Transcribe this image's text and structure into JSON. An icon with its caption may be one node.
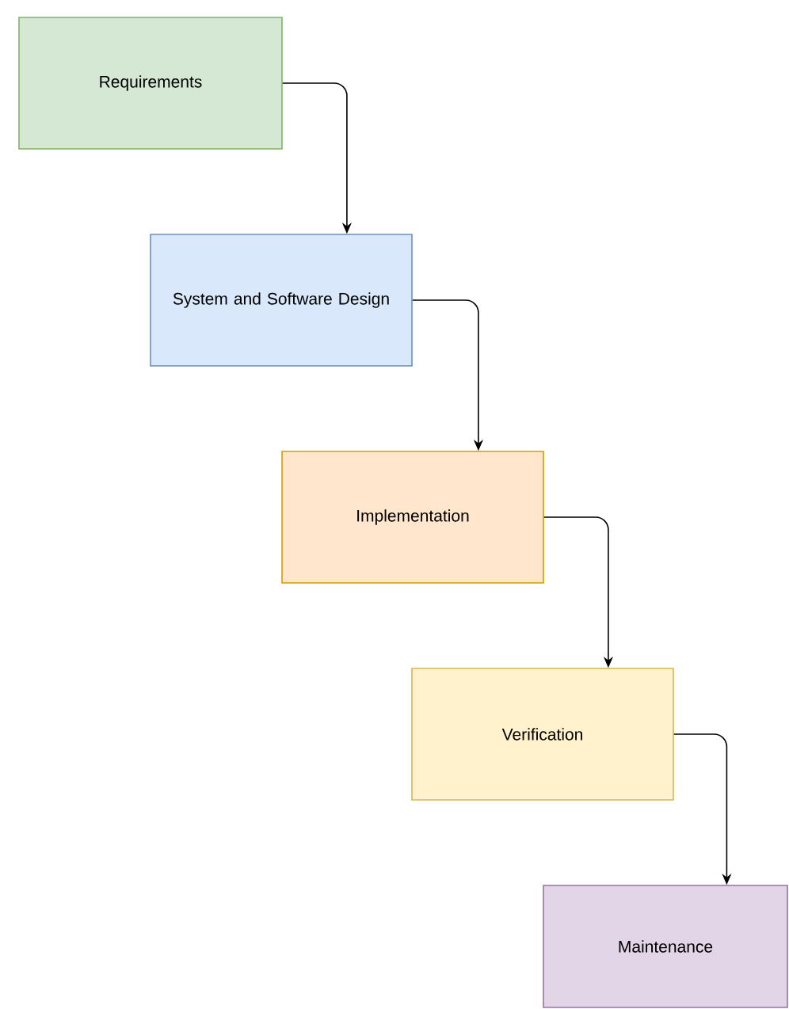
{
  "diagram": {
    "nodes": [
      {
        "text": [
          "Requirements"
        ]
      },
      {
        "text": [
          "System and Software Design"
        ]
      },
      {
        "text": [
          "Implementation"
        ]
      },
      {
        "text": [
          "Verification"
        ]
      },
      {
        "text": [
          "Maintenance"
        ]
      }
    ],
    "edges": [
      {
        "from": 0,
        "to": 1,
        "arrow": "to"
      },
      {
        "from": 1,
        "to": 2,
        "arrow": "to"
      },
      {
        "from": 2,
        "to": 3,
        "arrow": "to"
      },
      {
        "from": 3,
        "to": 4,
        "arrow": "to"
      }
    ]
  }
}
